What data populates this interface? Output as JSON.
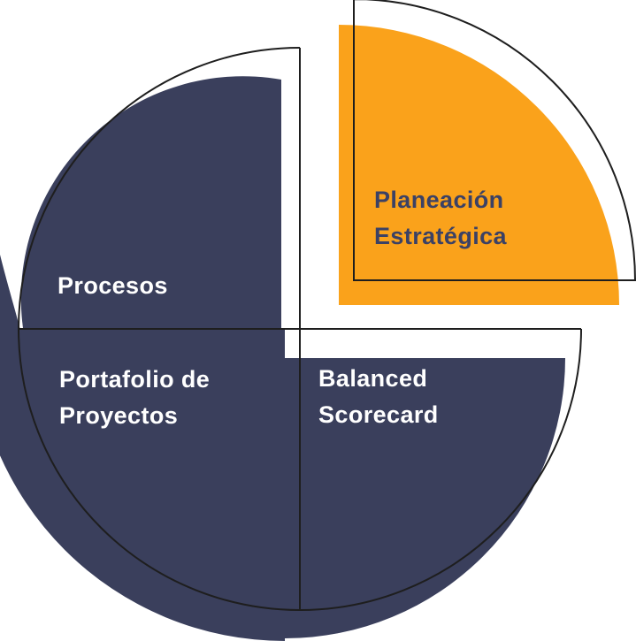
{
  "background": "#ffffff",
  "colors": {
    "navy": "#3a3f5c",
    "orange": "#faa21b",
    "outline": "#1e1e1e",
    "label_light": "#ffffff",
    "label_dark": "#3b4165"
  },
  "diagram": {
    "type": "exploded-quadrant-pie",
    "segments": [
      {
        "id": "planeacion-estrategica",
        "lines": [
          "Planeación",
          "Estratégica"
        ],
        "position": "top-right",
        "share": 0.25,
        "color": "#faa21b",
        "text_color": "#3b4165",
        "exploded": true
      },
      {
        "id": "procesos",
        "lines": [
          "Procesos"
        ],
        "position": "top-left",
        "share": 0.25,
        "color": "#3a3f5c",
        "text_color": "#ffffff",
        "exploded": false
      },
      {
        "id": "portafolio-de-proyectos",
        "lines": [
          "Portafolio de",
          "Proyectos"
        ],
        "position": "bottom-left",
        "share": 0.25,
        "color": "#3a3f5c",
        "text_color": "#ffffff",
        "exploded": false
      },
      {
        "id": "balanced-scorecard",
        "lines": [
          "Balanced",
          "Scorecard"
        ],
        "position": "bottom-right",
        "share": 0.25,
        "color": "#3a3f5c",
        "text_color": "#ffffff",
        "exploded": false
      }
    ]
  }
}
